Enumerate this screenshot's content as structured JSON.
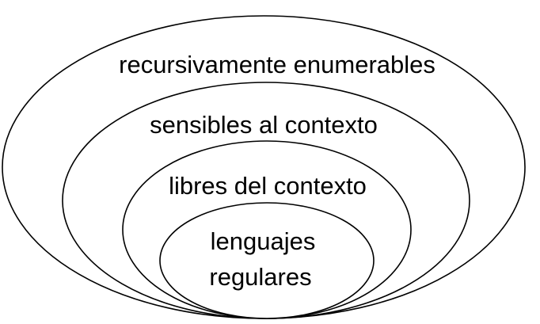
{
  "diagram": {
    "outer_label": "recursivamente enumerables",
    "second_label": "sensibles al contexto",
    "third_label": "libres del contexto",
    "inner_label_line1": "lenguajes",
    "inner_label_line2": "regulares"
  }
}
